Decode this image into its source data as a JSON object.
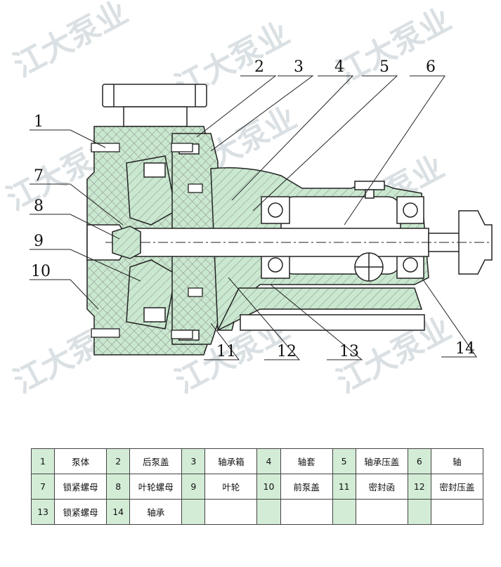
{
  "watermark": "江大泵业",
  "callouts": [
    "1",
    "2",
    "3",
    "4",
    "5",
    "6",
    "7",
    "8",
    "9",
    "10",
    "11",
    "12",
    "13",
    "14"
  ],
  "parts": [
    {
      "no": "1",
      "name": "泵体"
    },
    {
      "no": "2",
      "name": "后泵盖"
    },
    {
      "no": "3",
      "name": "轴承箱"
    },
    {
      "no": "4",
      "name": "轴套"
    },
    {
      "no": "5",
      "name": "轴承压盖"
    },
    {
      "no": "6",
      "name": "轴"
    },
    {
      "no": "7",
      "name": "锁紧螺母"
    },
    {
      "no": "8",
      "name": "叶轮螺母"
    },
    {
      "no": "9",
      "name": "叶轮"
    },
    {
      "no": "10",
      "name": "前泵盖"
    },
    {
      "no": "11",
      "name": "密封函"
    },
    {
      "no": "12",
      "name": "密封压盖"
    },
    {
      "no": "13",
      "name": "锁紧螺母"
    },
    {
      "no": "14",
      "name": "轴承"
    }
  ],
  "colors": {
    "fill": "#c9e8cf",
    "line": "#222222",
    "grid": "#8a8a8a",
    "cell": "#d3ecd6"
  }
}
